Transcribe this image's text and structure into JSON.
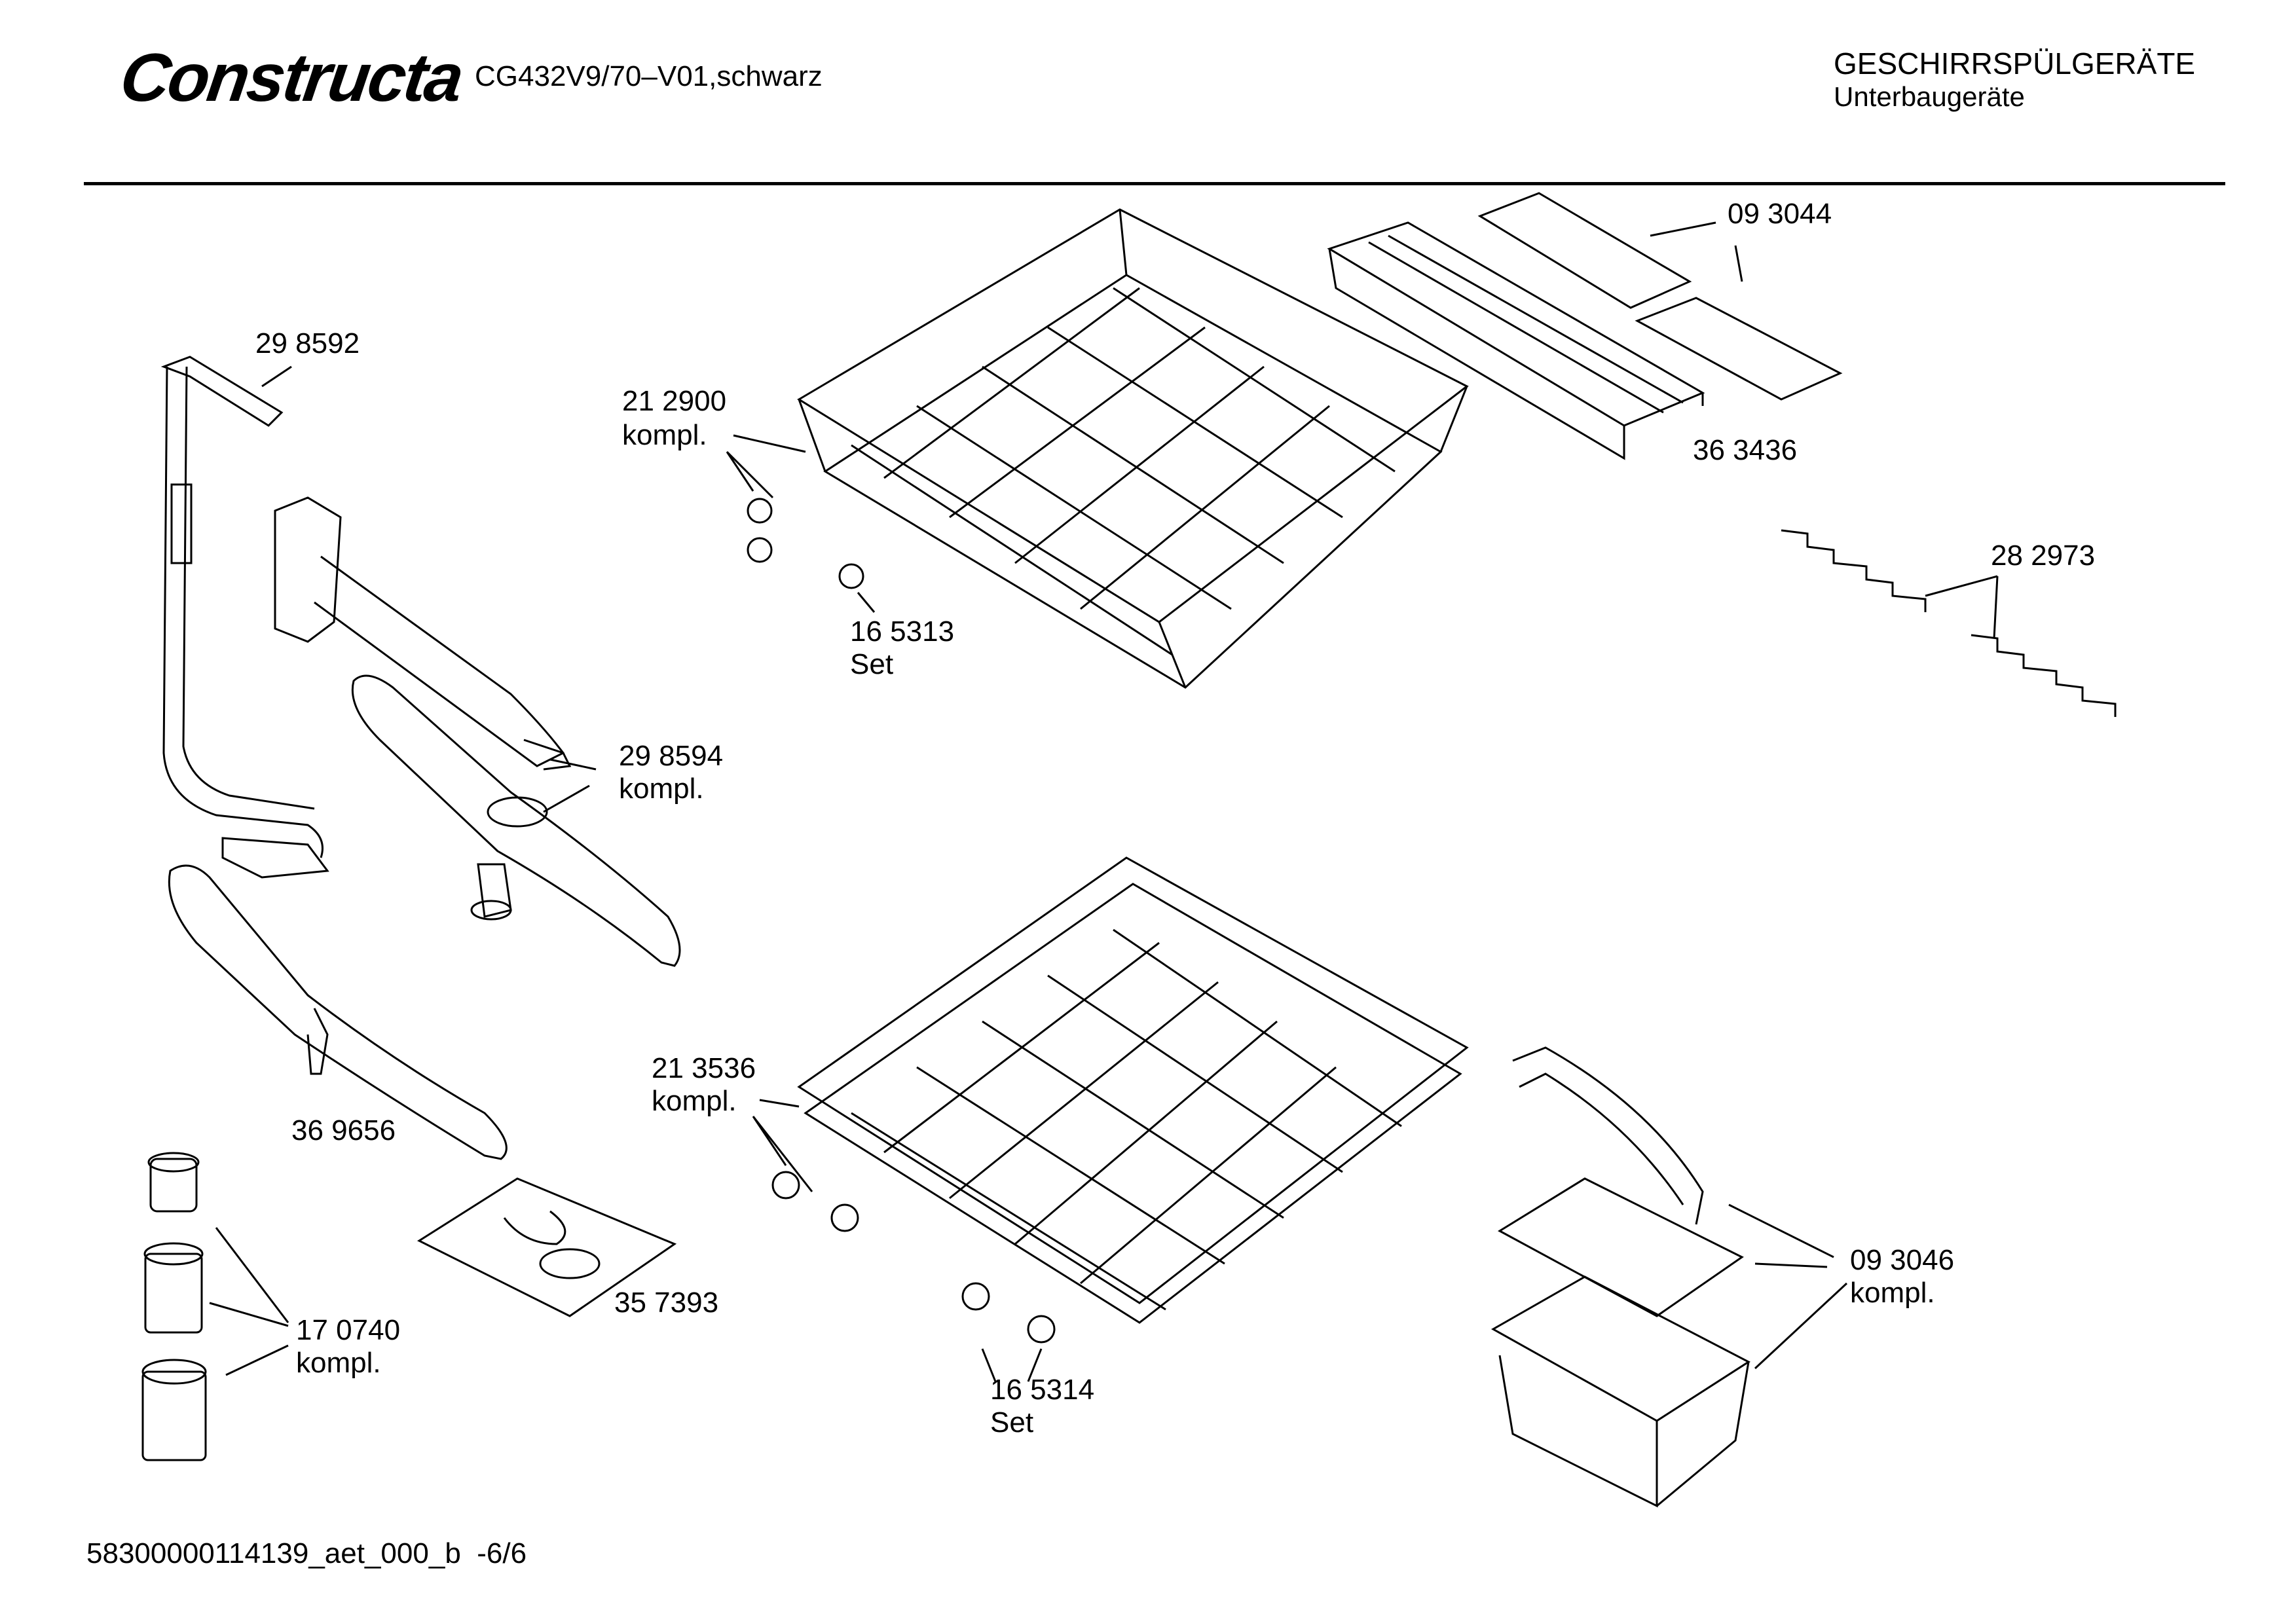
{
  "header": {
    "brand": "Constructa",
    "model": "CG432V9/70–V01,schwarz",
    "category_line1": "GESCHIRRSPÜLGERÄTE",
    "category_line2": "Unterbaugeräte"
  },
  "parts": [
    {
      "id": "p298592",
      "number": "29 8592"
    },
    {
      "id": "p212900",
      "number": "21 2900",
      "suffix": "kompl."
    },
    {
      "id": "p165313",
      "number": "16 5313",
      "suffix": "Set"
    },
    {
      "id": "p093044",
      "number": "09 3044"
    },
    {
      "id": "p363436",
      "number": "36 3436"
    },
    {
      "id": "p282973",
      "number": "28 2973"
    },
    {
      "id": "p298594",
      "number": "29 8594",
      "suffix": "kompl."
    },
    {
      "id": "p369656",
      "number": "36 9656"
    },
    {
      "id": "p213536",
      "number": "21 3536",
      "suffix": "kompl."
    },
    {
      "id": "p357393",
      "number": "35 7393"
    },
    {
      "id": "p170740",
      "number": "17 0740",
      "suffix": "kompl."
    },
    {
      "id": "p165314",
      "number": "16 5314",
      "suffix": "Set"
    },
    {
      "id": "p093046",
      "number": "09 3046",
      "suffix": "kompl."
    }
  ],
  "footer": {
    "doc_id": "58300000114139_aet_000_b",
    "page": "-6/6"
  }
}
